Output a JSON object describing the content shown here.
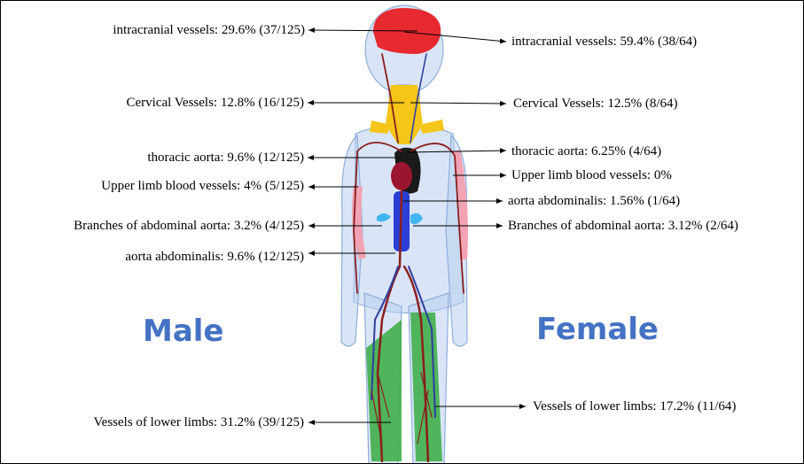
{
  "colors": {
    "intracranial": "#e8141b",
    "cervical": "#f5c518",
    "thoracic": "#1a1a1a",
    "abdominal_aorta": "#2b3fd6",
    "abdominal_branches": "#3fb6f0",
    "upper_limb": "#f2a3b4",
    "lower_limb": "#3fae4a",
    "body": "#b9cfee",
    "arteries": "#8b1e1e",
    "veins": "#2f3f9e",
    "gender_text": "#4472c4"
  },
  "male": {
    "title": "Male",
    "labels": [
      {
        "id": "intracranial",
        "text": "intracranial vessels: 29.6% (37/125)"
      },
      {
        "id": "cervical",
        "text": "Cervical Vessels: 12.8% (16/125)"
      },
      {
        "id": "thoracic",
        "text": "thoracic aorta: 9.6% (12/125)"
      },
      {
        "id": "upper-limb",
        "text": "Upper limb blood vessels: 4% (5/125)"
      },
      {
        "id": "abdominal-branches",
        "text": "Branches of abdominal aorta: 3.2% (4/125)"
      },
      {
        "id": "aorta-abdominalis",
        "text": "aorta abdominalis: 9.6% (12/125)"
      },
      {
        "id": "lower-limbs",
        "text": "Vessels of lower limbs: 31.2% (39/125)"
      }
    ]
  },
  "female": {
    "title": "Female",
    "labels": [
      {
        "id": "intracranial",
        "text": "intracranial vessels: 59.4% (38/64)"
      },
      {
        "id": "cervical",
        "text": "Cervical Vessels: 12.5% (8/64)"
      },
      {
        "id": "thoracic",
        "text": "thoracic aorta: 6.25% (4/64)"
      },
      {
        "id": "upper-limb",
        "text": "Upper limb blood vessels: 0%"
      },
      {
        "id": "aorta-abdominalis",
        "text": "aorta abdominalis: 1.56% (1/64)"
      },
      {
        "id": "abdominal-branches",
        "text": "Branches of abdominal aorta: 3.12% (2/64)"
      },
      {
        "id": "lower-limbs",
        "text": "Vessels of lower limbs: 17.2% (11/64)"
      }
    ]
  }
}
